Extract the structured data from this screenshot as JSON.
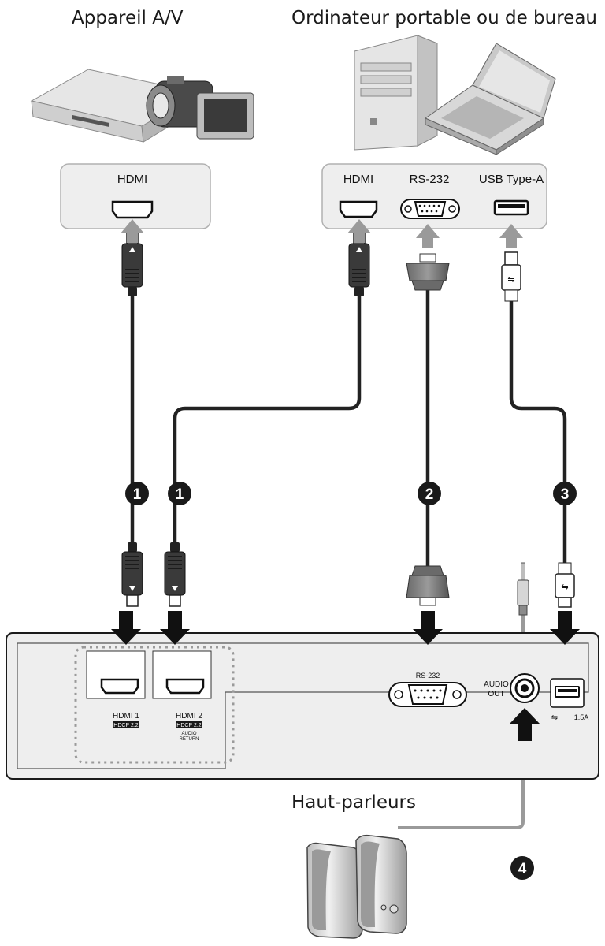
{
  "headings": {
    "av_device": "Appareil A/V",
    "computer": "Ordinateur portable ou de bureau",
    "speakers": "Haut-parleurs"
  },
  "source_ports": {
    "av_hdmi": "HDMI",
    "pc_hdmi": "HDMI",
    "pc_rs232": "RS-232",
    "pc_usb": "USB Type-A"
  },
  "projector_ports": {
    "hdmi1": "HDMI 1",
    "hdmi1_badge": "HDCP 2.2",
    "hdmi2": "HDMI 2",
    "hdmi2_badge": "HDCP 2.2",
    "audio_return_1": "AUDIO",
    "audio_return_2": "RETURN",
    "rs232": "RS-232",
    "audio_out_1": "AUDIO",
    "audio_out_2": "OUT",
    "usb_power": "1.5A"
  },
  "cable_numbers": {
    "hdmi_av": "1",
    "hdmi_pc": "1",
    "rs232": "2",
    "usb": "3",
    "audio": "4"
  },
  "colors": {
    "cable": "#222222",
    "audio_cable": "#9a9a9a",
    "panel": "#eeeeee",
    "arrow_light": "#9a9a9a",
    "arrow_dark": "#111111"
  },
  "icons": [
    "av-device-icon",
    "camcorder-icon",
    "desktop-tower-icon",
    "laptop-icon",
    "speakers-icon"
  ]
}
